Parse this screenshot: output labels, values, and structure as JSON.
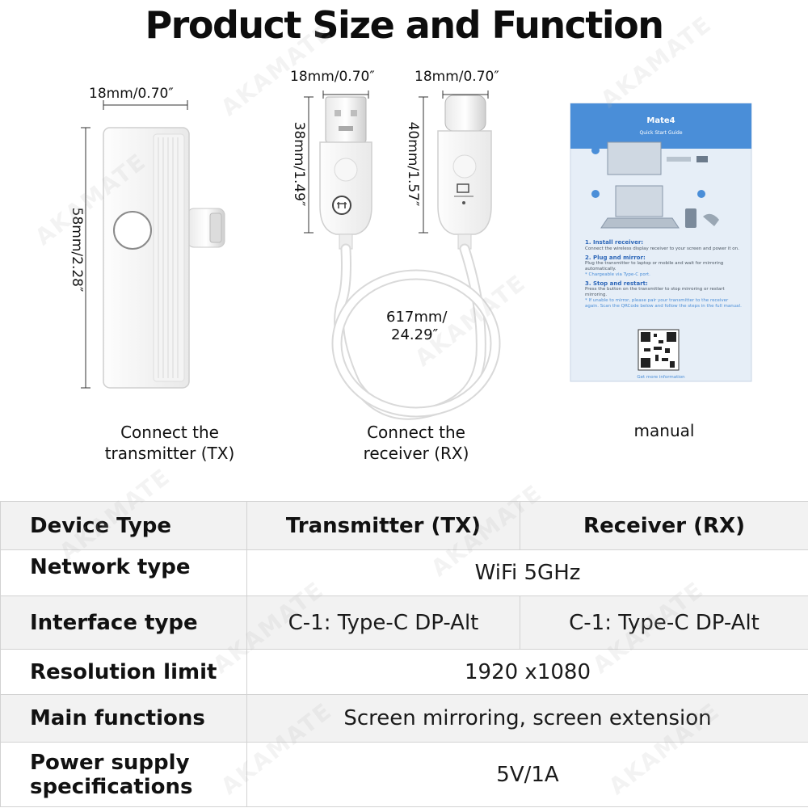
{
  "title": "Product Size and Function",
  "dimensions": {
    "tx_width": "18mm/0.70″",
    "tx_height": "58mm/2.28″",
    "usb_width": "18mm/0.70″",
    "usb_height": "38mm/1.49″",
    "rx_width": "18mm/0.70″",
    "rx_height": "40mm/1.57″",
    "cable_length_1": "617mm/",
    "cable_length_2": "24.29″"
  },
  "captions": {
    "tx_line1": "Connect the",
    "tx_line2": "transmitter (TX)",
    "rx_line1": "Connect the",
    "rx_line2": "receiver (RX)",
    "manual": "manual"
  },
  "manual_card": {
    "title": "Mate4",
    "subtitle": "Quick Start Guide",
    "step1_title": "1. Install receiver:",
    "step1_text": "Connect the wireless display receiver to your screen and power it on.",
    "step2_title": "2. Plug and mirror:",
    "step2_text": "Plug the transmitter to laptop or mobile and wait for mirroring automatically.",
    "step2_note": "* Chargeable via Type-C port.",
    "step3_title": "3. Stop and restart:",
    "step3_text": "Press the button on the transmitter to stop mirroring or restart mirroring.",
    "step3_note": "* If unable to mirror, please pair your transmitter to the receiver again. Scan the QRCode below and follow the steps in the full manual.",
    "footer": "Get more information"
  },
  "watermark": "AKAMATE",
  "colors": {
    "manual_blue": "#4a8ed8",
    "manual_text": "#2c66b8"
  },
  "table": {
    "header": {
      "label": "Device Type",
      "tx": "Transmitter (TX)",
      "rx": "Receiver (RX)"
    },
    "rows": [
      {
        "label": "Network type",
        "value": "WiFi 5GHz"
      },
      {
        "label": "Interface type",
        "tx": "C-1: Type-C DP-Alt",
        "rx": "C-1: Type-C DP-Alt"
      },
      {
        "label": "Resolution limit",
        "value": "1920 x1080"
      },
      {
        "label": "Main functions",
        "value": "Screen mirroring, screen extension"
      },
      {
        "label_line1": "Power supply",
        "label_line2": "specifications",
        "value": "5V/1A"
      }
    ]
  }
}
